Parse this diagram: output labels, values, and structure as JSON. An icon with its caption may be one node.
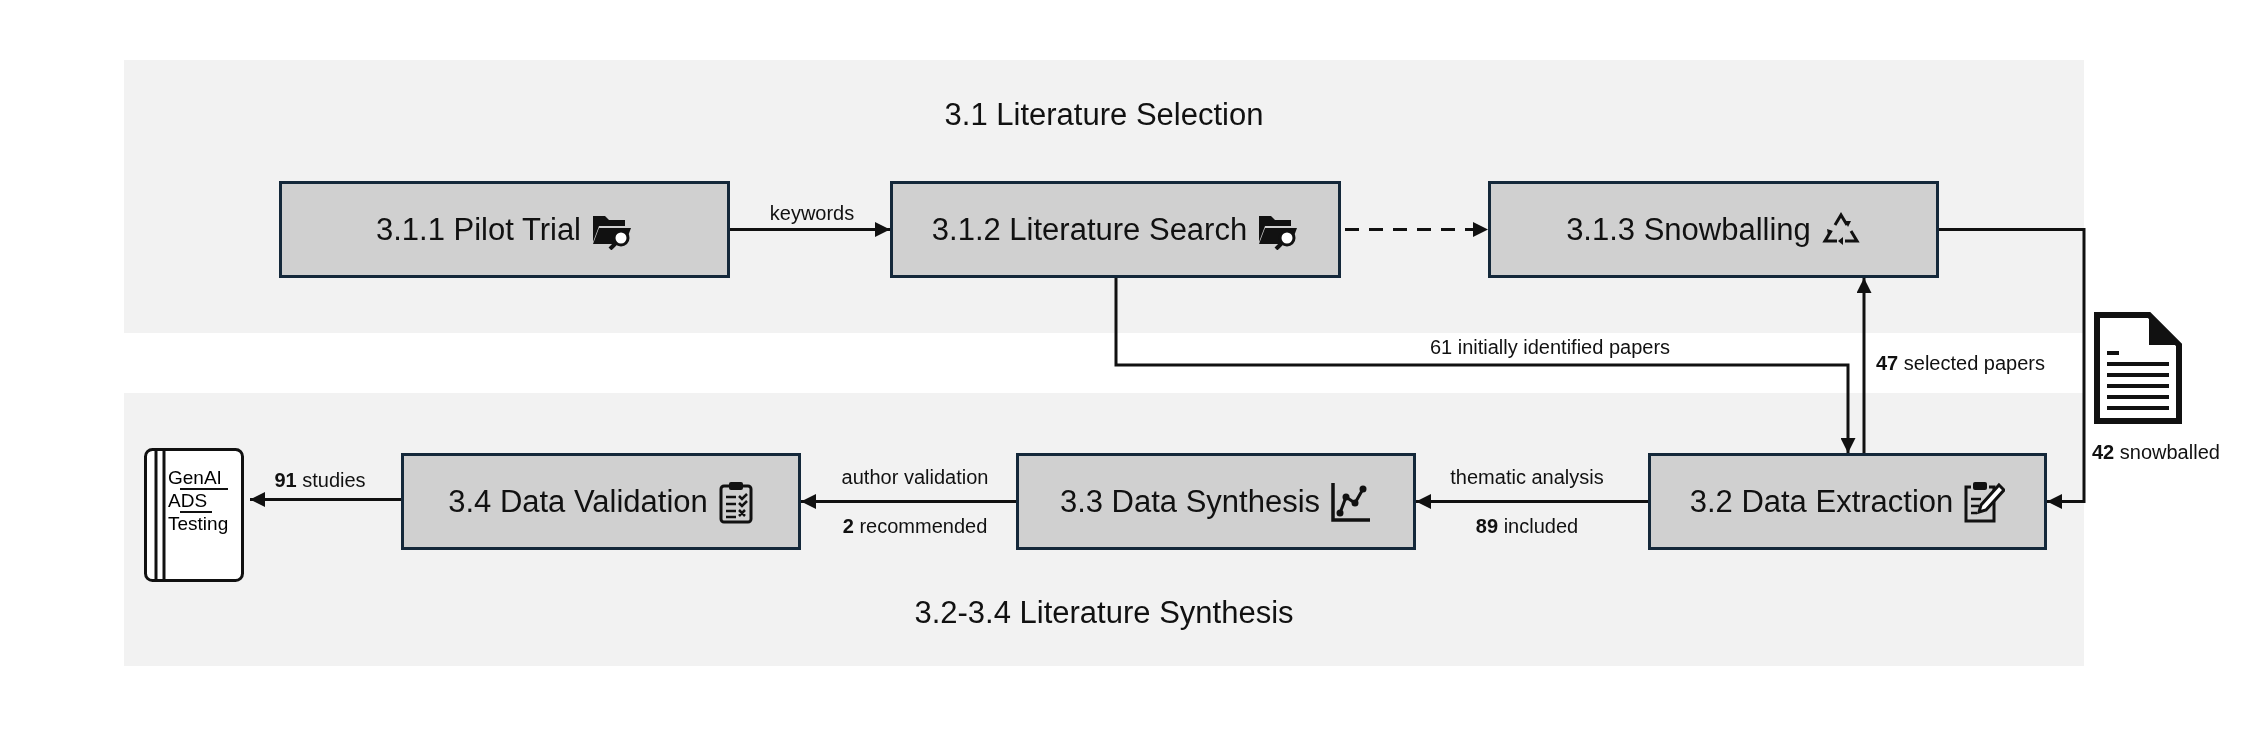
{
  "diagram": {
    "nodes": [
      {
        "text": [
          "3.1 Literature Selection"
        ]
      },
      {
        "text": [
          "3.1.1 Pilot Trial"
        ],
        "in": 0
      },
      {
        "text": [
          "3.1.2 Literature Search"
        ],
        "in": 0
      },
      {
        "text": [
          "3.1.3 Snowballing"
        ],
        "in": 0
      },
      {
        "text": [
          "3.2-3.4 Literature Synthesis"
        ]
      },
      {
        "text": [
          "GenAI ADS Testing"
        ],
        "in": 4
      },
      {
        "text": [
          "3.4 Data Validation"
        ],
        "in": 4
      },
      {
        "text": [
          "3.3 Data Synthesis"
        ],
        "in": 4
      },
      {
        "text": [
          "3.2 Data Extraction"
        ],
        "in": 4
      }
    ],
    "edges": [
      {
        "from": 1,
        "to": 2,
        "arrow": "to",
        "label": "keywords"
      },
      {
        "from": 2,
        "to": 3,
        "arrow": "to",
        "style": "dashed"
      },
      {
        "from": 2,
        "to": 8,
        "arrow": "to",
        "label": "61 initially identified papers"
      },
      {
        "from": 8,
        "to": 3,
        "arrow": "to",
        "label": "**47** selected papers"
      },
      {
        "from": 3,
        "to": 8,
        "arrow": "to",
        "label": "**42** snowballed"
      },
      {
        "from": 8,
        "to": 7,
        "arrow": "to",
        "label": "thematic analysis"
      },
      {
        "from": 7,
        "to": 6,
        "arrow": "to",
        "label": "author validation"
      },
      {
        "from": 6,
        "to": 5,
        "arrow": "to",
        "label": "**91** studies"
      }
    ],
    "labels": [
      "**89** included",
      "**2** recommended"
    ]
  }
}
